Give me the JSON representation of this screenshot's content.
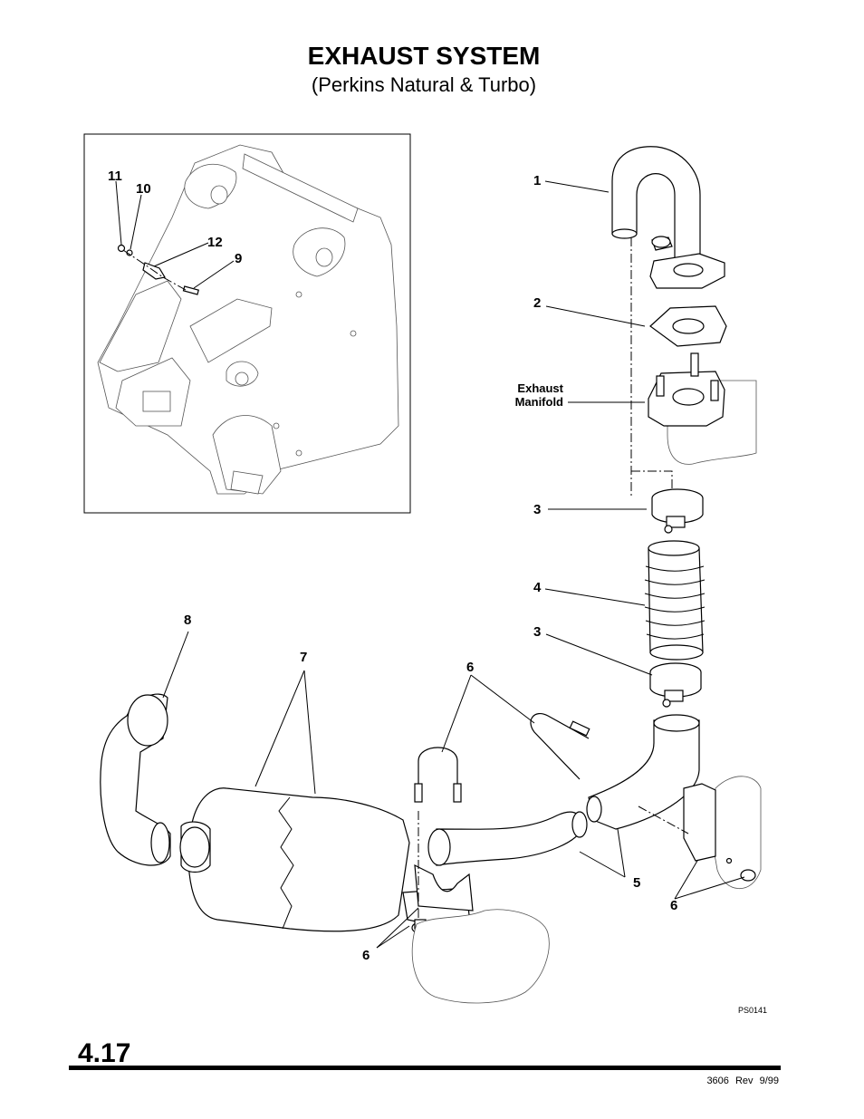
{
  "title": "EXHAUST SYSTEM",
  "subtitle": "(Perkins Natural & Turbo)",
  "callouts": {
    "c1": "1",
    "c2": "2",
    "c3a": "3",
    "c4": "4",
    "c3b": "3",
    "c5": "5",
    "c6a": "6",
    "c6b": "6",
    "c6c": "6",
    "c7": "7",
    "c8": "8",
    "c9": "9",
    "c10": "10",
    "c11": "11",
    "c12": "12"
  },
  "manifold_label_line1": "Exhaust",
  "manifold_label_line2": "Manifold",
  "figure_id": "PS0141",
  "page_number": "4.17",
  "doc_ref": "3606 Rev 9/99"
}
